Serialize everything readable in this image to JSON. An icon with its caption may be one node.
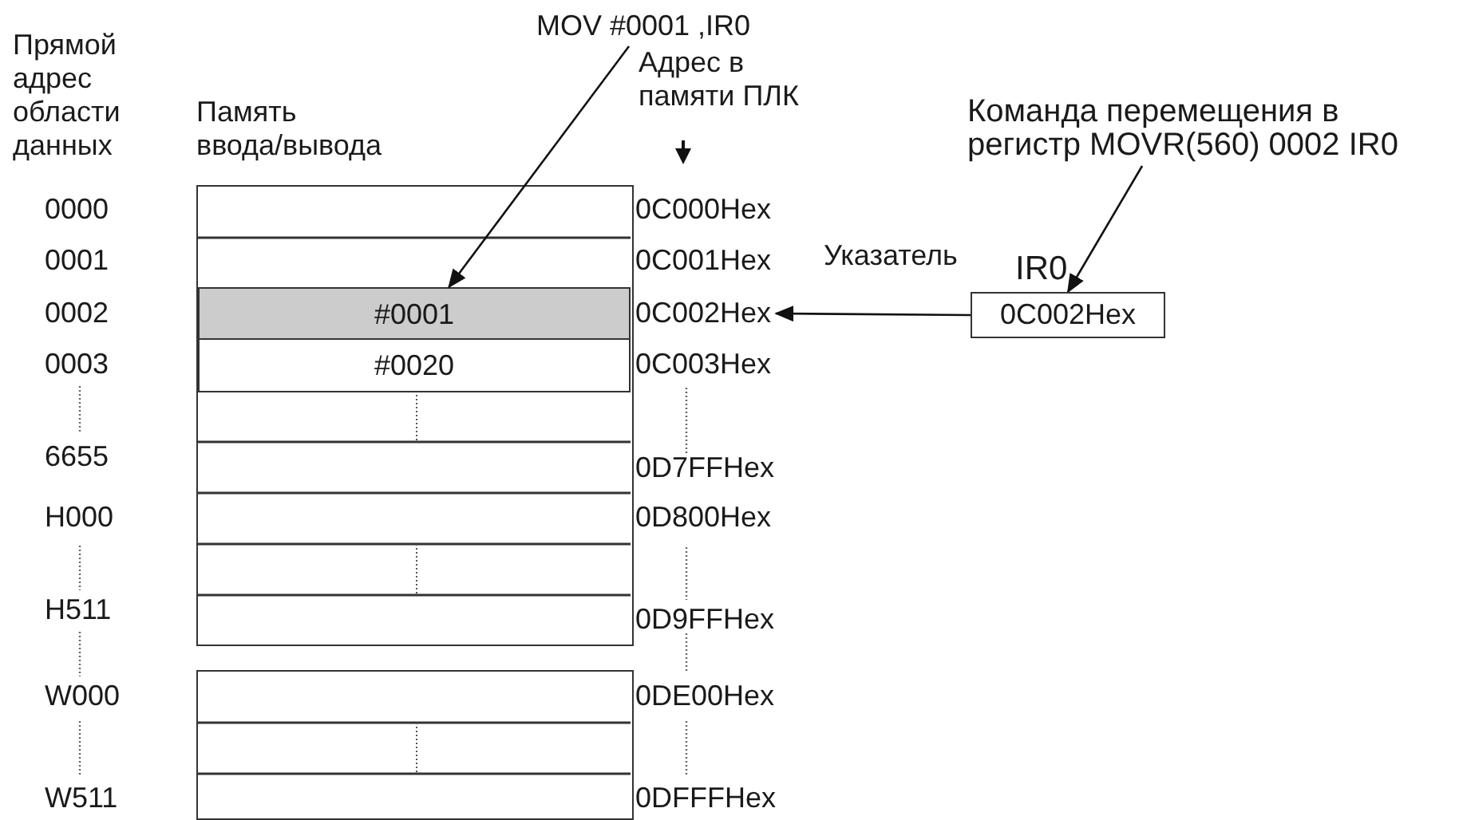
{
  "diagram": {
    "nodes": [
      {
        "text": [
          "MOV #0001 ,IR0"
        ]
      },
      {
        "text": [],
        "shape": "box"
      },
      {
        "text": [
          "#0001"
        ],
        "in": 1
      },
      {
        "text": [
          "#0020"
        ],
        "in": 1
      },
      {
        "text": [],
        "shape": "box"
      },
      {
        "text": [
          "0C002Hex"
        ]
      },
      {
        "text": [
          "Команда перемещения в регистр MOVR(560) 0002 IR0"
        ]
      },
      {
        "text": [
          "IR0",
          "0C002Hex"
        ]
      }
    ],
    "edges": [
      {
        "from": 0,
        "to": 2,
        "arrow": "to"
      },
      {
        "from": 7,
        "to": 5,
        "arrow": "to"
      },
      {
        "from": 6,
        "to": 7,
        "arrow": "to"
      }
    ],
    "labels": [
      "Прямой адрес области данных",
      "Память ввода/вывода",
      "Адрес в памяти ПЛК",
      "0000",
      "0C000Hex",
      "0001",
      "0C001Hex",
      "Указатель",
      "0002",
      "0003",
      "0C003Hex",
      "6655",
      "0D7FFHex",
      "H000",
      "0D800Hex",
      "H511",
      "0D9FFHex",
      "W000",
      "0DE00Hex",
      "W511",
      "0DFFFHex"
    ]
  }
}
